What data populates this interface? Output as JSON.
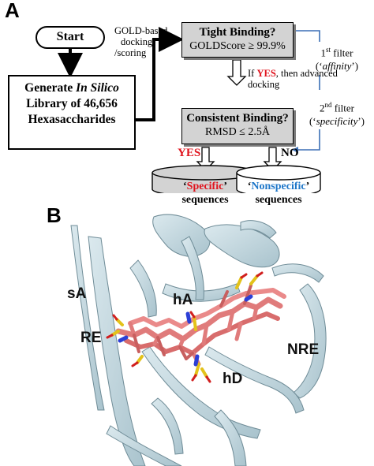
{
  "panel_a": {
    "letter": "A",
    "start_label": "Start",
    "generate": {
      "prefix": "Generate ",
      "italic": "In Silico",
      "line2": "Library of 46,656",
      "line3": "Hexasaccharides"
    },
    "docking_label": [
      "GOLD-based",
      "docking",
      "/scoring"
    ],
    "tight": {
      "title": "Tight Binding?",
      "sub": "GOLDScore ≥ 99.9%"
    },
    "advance": {
      "prefix": "If ",
      "yes": "YES",
      "suffix": ", then advanced",
      "line2": "docking"
    },
    "consistent": {
      "title": "Consistent Binding?",
      "sub": "RMSD ≤ 2.5Å"
    },
    "yes_label": "YES",
    "no_label": "NO",
    "specific": {
      "word": "Specific",
      "sub": "sequences"
    },
    "nonspecific": {
      "word": "Nonspecific",
      "sub": "sequences"
    },
    "filter1": {
      "num": "1",
      "sup": "st",
      "word": " filter",
      "paren": "affinity"
    },
    "filter2": {
      "num": "2",
      "sup": "nd",
      "word": " filter",
      "paren": "specificity"
    },
    "colors": {
      "yes_red": "#e0141e",
      "nonspecific_blue": "#1f77c9",
      "filter_line": "#3b6fb6",
      "box_gray": "#d3d3d3"
    }
  },
  "panel_b": {
    "letter": "B",
    "labels": {
      "sA": "sA",
      "hA": "hA",
      "RE": "RE",
      "NRE": "NRE",
      "hD": "hD"
    },
    "colors": {
      "protein": "#c7dce4",
      "ligand": "#e07b7b",
      "sulfur": "#e3c21a",
      "nitrogen": "#2c3fd6",
      "oxygen": "#d11f1f"
    }
  }
}
